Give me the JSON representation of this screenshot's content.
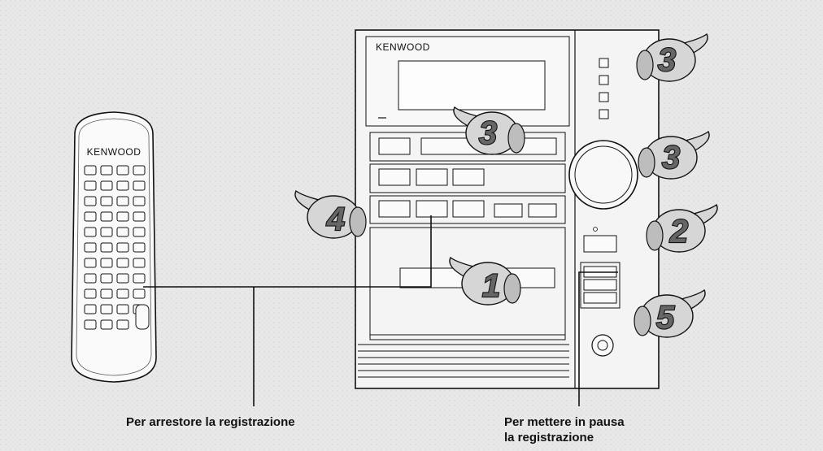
{
  "remote": {
    "brand": "KENWOOD"
  },
  "unit": {
    "brand": "KENWOOD"
  },
  "steps": {
    "top_right": "3",
    "cassette": "3",
    "volume": "3",
    "left": "4",
    "right_mid": "2",
    "deck": "1",
    "pause": "5"
  },
  "captions": {
    "stop_recording": "Per arrestore la registrazione",
    "pause_line1": "Per mettere in pausa",
    "pause_line2": "la registrazione"
  },
  "colors": {
    "background": "#e8e8e8",
    "line": "#111111",
    "hand_fill": "#d6d6d6"
  }
}
